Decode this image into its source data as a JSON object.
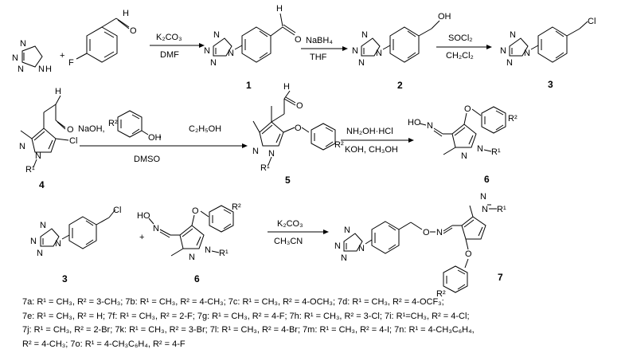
{
  "reagents": {
    "r1_top": "K₂CO₃",
    "r1_bottom": "DMF",
    "r2_top": "NaBH₄",
    "r2_bottom": "THF",
    "r3_top": "SOCl₂",
    "r3_bottom": "CH₂Cl₂",
    "r4_top_left": "NaOH,",
    "r4_top_right": "C₂H₅OH",
    "r4_bottom": "DMSO",
    "r5_top": "NH₂OH·HCl",
    "r5_bottom": "KOH, CH₃OH",
    "r6_top": "K₂CO₃",
    "r6_bottom": "CH₃CN"
  },
  "compound_numbers": {
    "c1": "1",
    "c2": "2",
    "c3": "3",
    "c4": "4",
    "c5": "5",
    "c6": "6",
    "c3b": "3",
    "c6b": "6",
    "c7": "7"
  },
  "atoms": {
    "nh": "N",
    "h": "H",
    "f": "F",
    "o": "O",
    "oh": "OH",
    "cl": "Cl",
    "n": "N",
    "r1": "R¹",
    "r2": "R²",
    "hon": "HO",
    "plus": "+"
  },
  "legend": {
    "line1": "7a: R¹ = CH₃, R² = 3-CH₃; 7b: R¹ = CH₃, R² = 4-CH₃; 7c: R¹ = CH₃, R² = 4-OCH₃; 7d: R¹ = CH₃, R² = 4-OCF₃;",
    "line2": "7e: R¹ = CH₃, R² = H; 7f: R¹ = CH₃, R² = 2-F; 7g: R¹ = CH₃, R² = 4-F; 7h: R¹ = CH₃, R² = 3-Cl; 7i: R¹=CH₃, R² = 4-Cl;",
    "line3": "7j: R¹ = CH₃, R² = 2-Br; 7k: R¹ = CH₃, R² = 3-Br; 7l: R¹ = CH₃, R² = 4-Br; 7m: R¹ = CH₃, R² = 4-I; 7n: R¹ = 4-CH₃C₆H₄,",
    "line4": "R² = 4-CH₃; 7o: R¹ = 4-CH₃C₆H₄, R² = 4-F"
  }
}
